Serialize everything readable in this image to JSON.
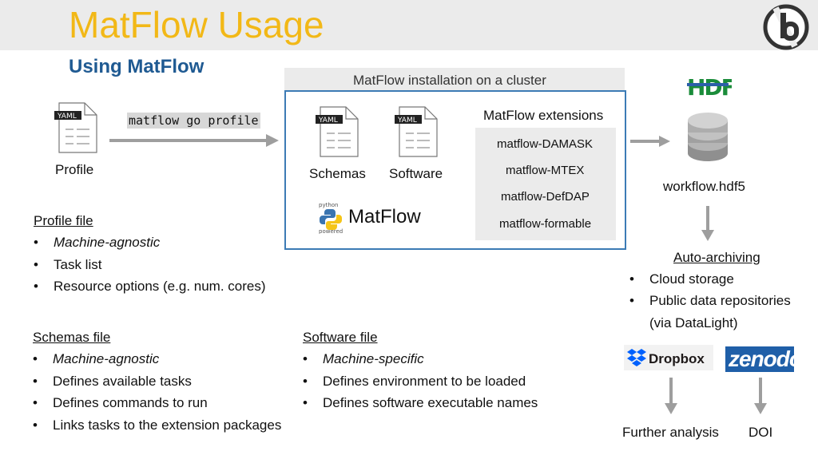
{
  "title": "MatFlow Usage",
  "subtitle": "Using MatFlow",
  "profile": {
    "doc_tag": "YAML",
    "label": "Profile",
    "command": "matflow go profile"
  },
  "cluster": {
    "header": "MatFlow installation on a cluster",
    "schemas_tag": "YAML",
    "schemas_label": "Schemas",
    "software_tag": "YAML",
    "software_label": "Software",
    "python_top": "python",
    "python_bottom": "powered",
    "matflow_label": "MatFlow",
    "extensions_title": "MatFlow extensions",
    "extensions": [
      "matflow-DAMASK",
      "matflow-MTEX",
      "matflow-DefDAP",
      "matflow-formable"
    ]
  },
  "output": {
    "hdf_logo": "HDF",
    "file_label": "workflow.hdf5",
    "archiving_title": "Auto-archiving",
    "archiving_items": [
      "Cloud storage",
      "Public data repositories",
      "(via DataLight)"
    ],
    "dropbox": "Dropbox",
    "zenodo": "zenodo",
    "further_analysis": "Further analysis",
    "doi": "DOI"
  },
  "profile_file": {
    "title": "Profile file",
    "items": [
      "Machine-agnostic",
      "Task list",
      "Resource options (e.g. num. cores)"
    ]
  },
  "schemas_file": {
    "title": "Schemas file",
    "items": [
      "Machine-agnostic",
      "Defines available tasks",
      "Defines commands to run",
      "Links tasks to the extension packages"
    ]
  },
  "software_file": {
    "title": "Software file",
    "items": [
      "Machine-specific",
      "Defines environment to be loaded",
      "Defines software executable names"
    ]
  },
  "bullet": "•",
  "colors": {
    "title": "#f2b817",
    "subtitle": "#1f5a92",
    "cluster_border": "#3c7bb5",
    "arrow": "#9e9e9e",
    "dropbox": "#0061fe",
    "zenodo": "#1f5fa8"
  }
}
